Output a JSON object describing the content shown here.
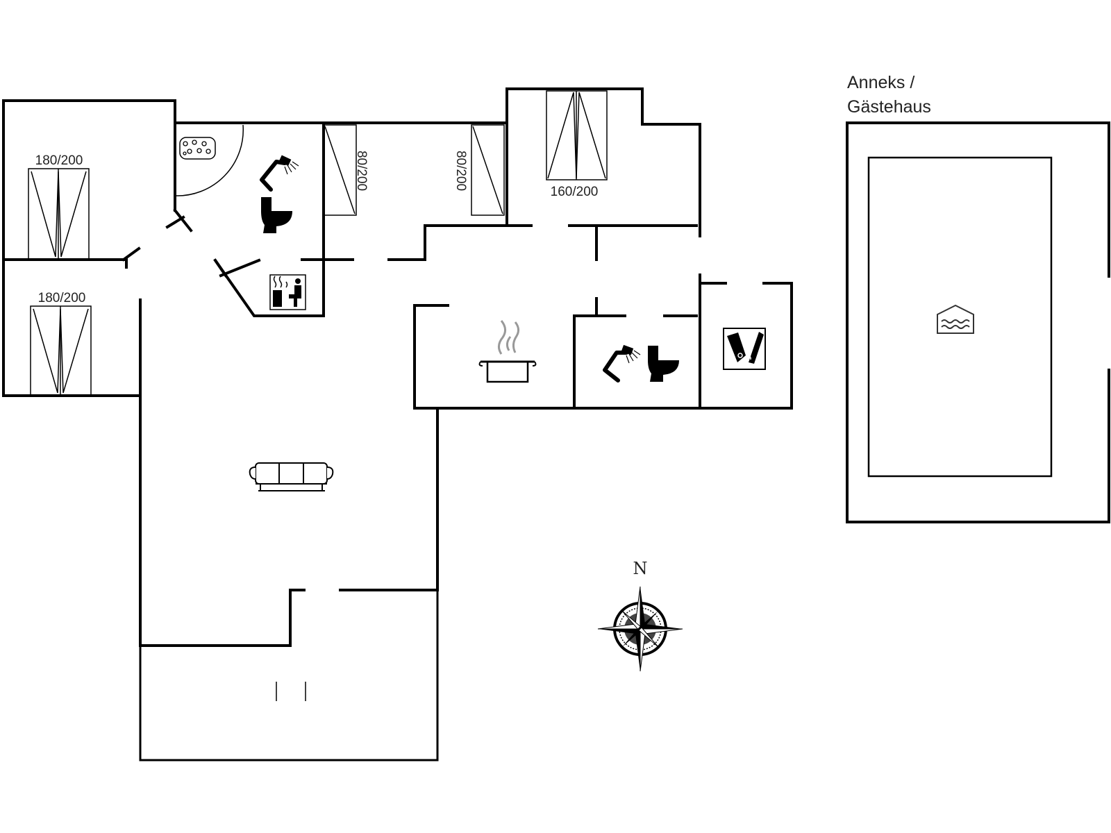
{
  "beds": {
    "bed_1": "180/200",
    "bed_2": "180/200",
    "bed_3": "80/200",
    "bed_4": "80/200",
    "bed_5": "160/200"
  },
  "annex": {
    "line_1": "Anneks /",
    "line_2": "Gästehaus"
  },
  "compass": {
    "north_label": "N"
  },
  "icons": [
    "jacuzzi-icon",
    "shower-icon",
    "toilet-icon",
    "sauna-icon",
    "cooking-pot-icon",
    "sofa-icon",
    "washing-machine-icon",
    "pool-icon",
    "compass-rose-icon"
  ]
}
